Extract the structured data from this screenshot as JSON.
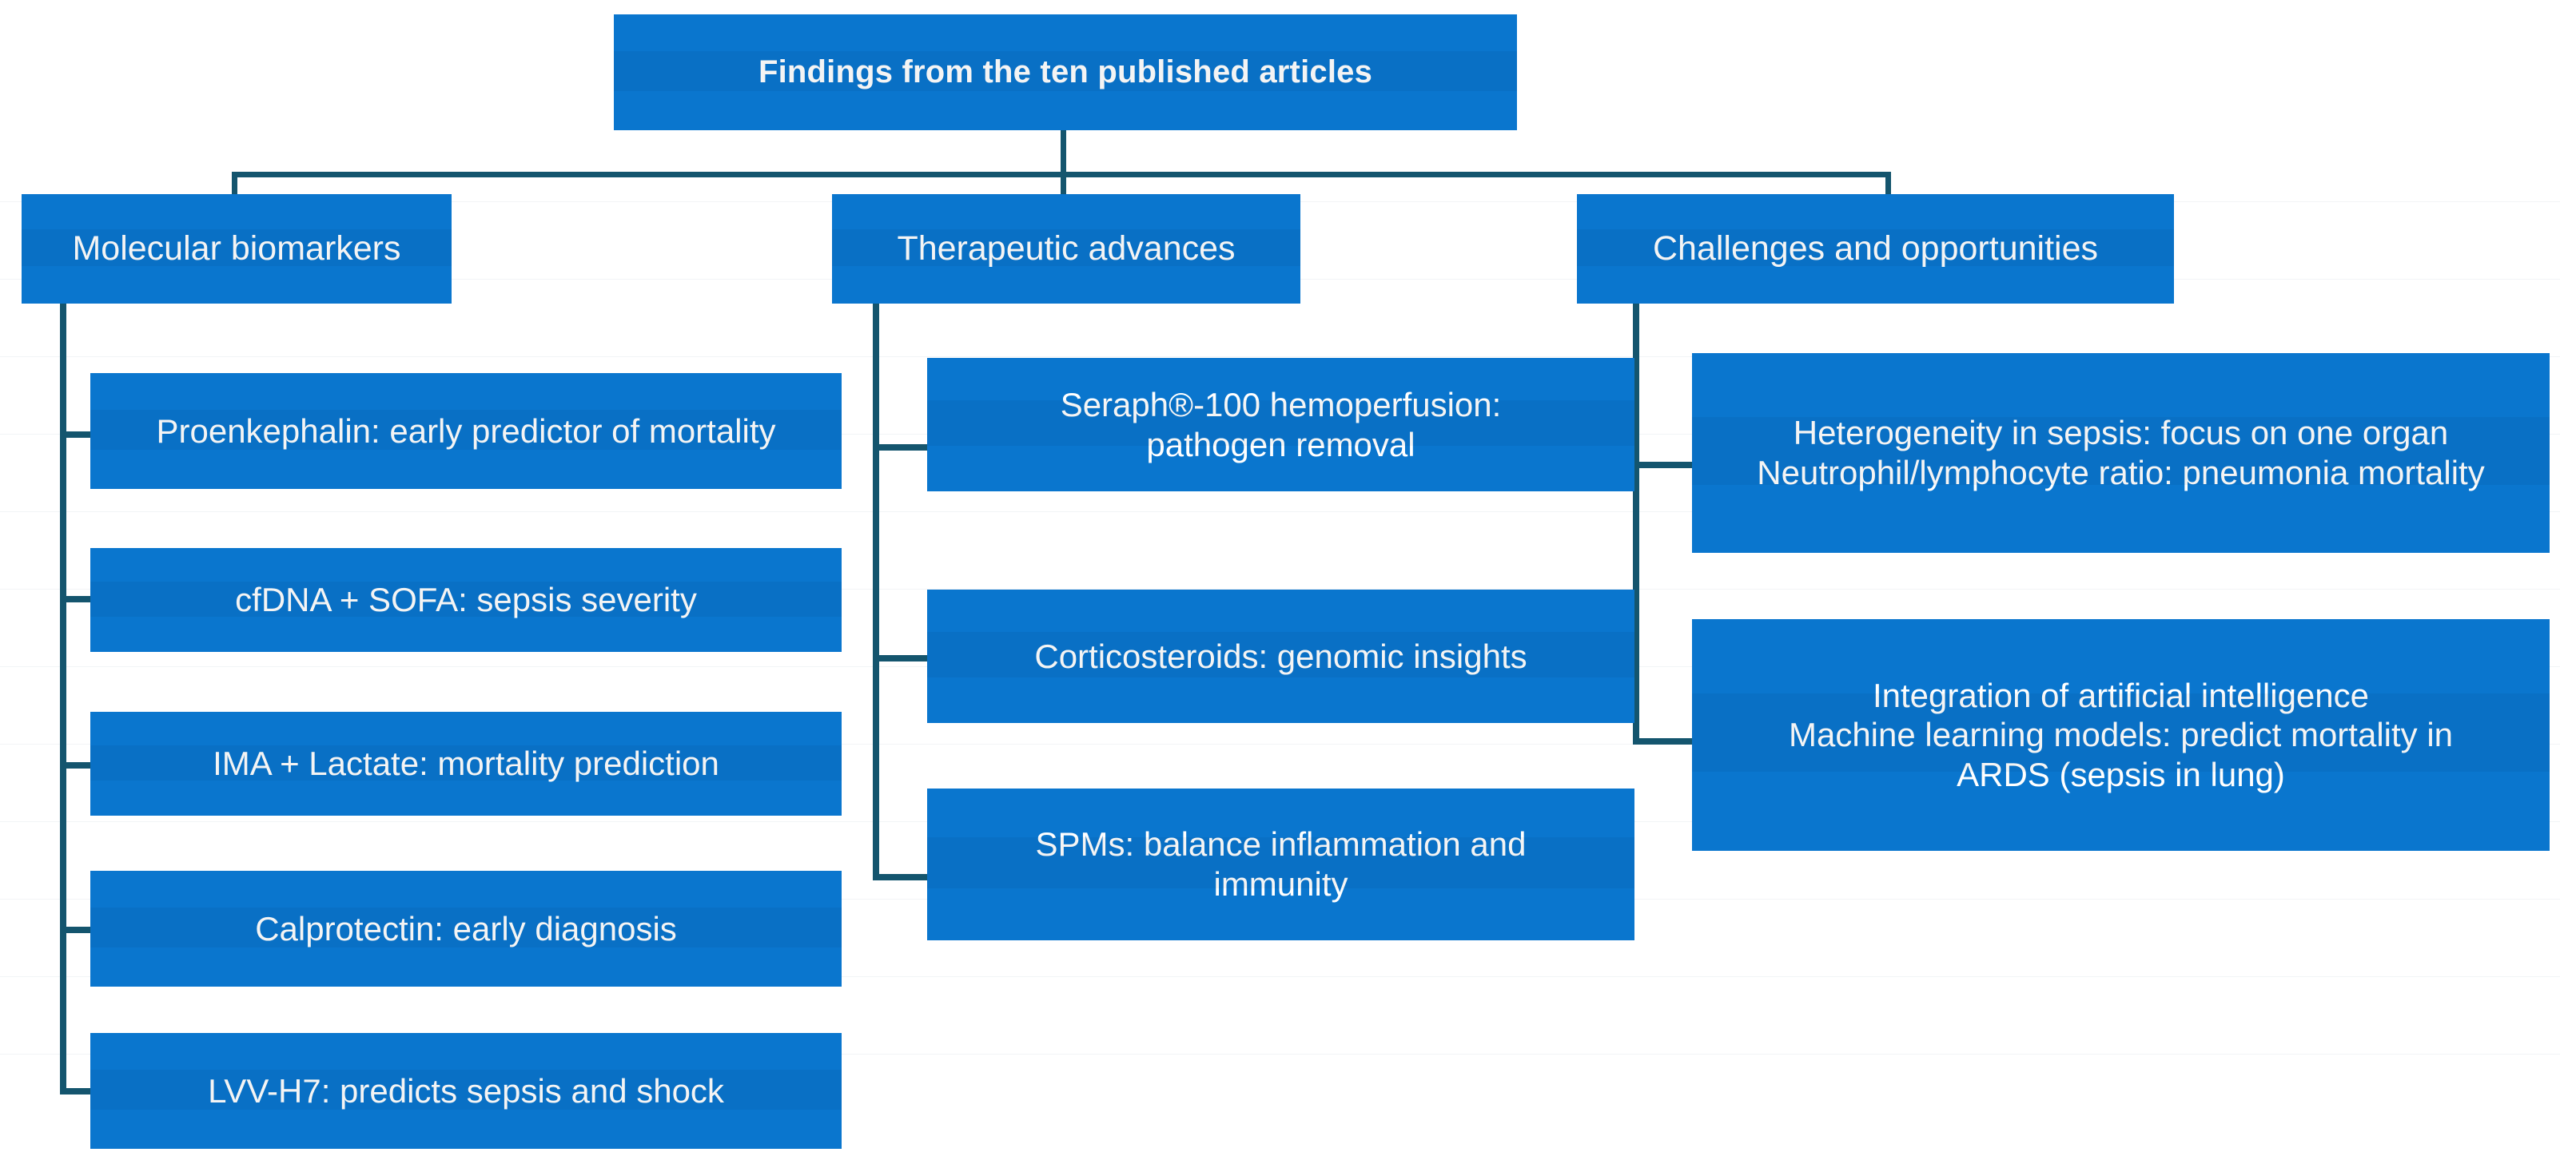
{
  "diagram": {
    "title_label": "Findings from the ten published articles",
    "accent_color": "#0a76ce",
    "connector_color": "#14556e",
    "text_color": "#ffffff",
    "branches": [
      {
        "id": "molecular-biomarkers",
        "label": "Molecular biomarkers",
        "items": [
          "Proenkephalin: early predictor of mortality",
          "cfDNA + SOFA: sepsis severity",
          "IMA + Lactate: mortality prediction",
          "Calprotectin: early diagnosis",
          "LVV-H7: predicts sepsis and shock"
        ]
      },
      {
        "id": "therapeutic-advances",
        "label": "Therapeutic advances",
        "items": [
          "Seraph®-100 hemoperfusion:\npathogen removal",
          "Corticosteroids: genomic insights",
          "SPMs: balance inflammation and\nimmunity"
        ]
      },
      {
        "id": "challenges-and-opportunities",
        "label": "Challenges and opportunities",
        "items": [
          "Heterogeneity in sepsis: focus on one organ\nNeutrophil/lymphocyte ratio: pneumonia mortality",
          "Integration of artificial intelligence\nMachine learning models: predict mortality in\nARDS (sepsis in lung)"
        ]
      }
    ]
  }
}
